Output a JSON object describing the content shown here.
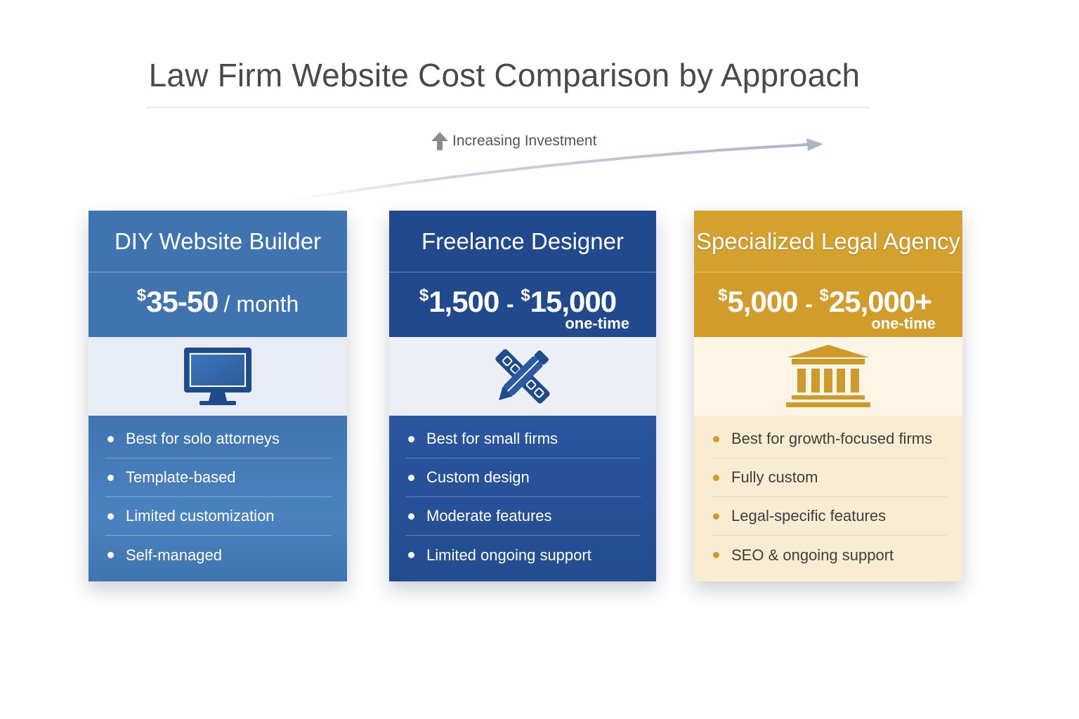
{
  "title": "Law Firm Website Cost Comparison by Approach",
  "trend": {
    "label": "Increasing Investment",
    "icon": "up-arrow-icon"
  },
  "colors": {
    "diy": "#3f74b0",
    "freelance": "#214a8e",
    "agency": "#d4a02e",
    "title_text": "#4a4a4a"
  },
  "cards": [
    {
      "title": "DIY Website Builder",
      "price_currency_1": "$",
      "price_value": "35-50",
      "price_unit": "/ month",
      "icon": "monitor-icon",
      "features": [
        "Best for solo attorneys",
        "Template-based",
        "Limited customization",
        "Self-managed"
      ]
    },
    {
      "title": "Freelance Designer",
      "price_currency_1": "$",
      "price_low": "1,500",
      "price_sep": "-",
      "price_currency_2": "$",
      "price_high": "15,000",
      "price_note": "one-time",
      "icon": "design-tools-icon",
      "features": [
        "Best for small firms",
        "Custom design",
        "Moderate features",
        "Limited ongoing support"
      ]
    },
    {
      "title": "Specialized Legal Agency",
      "price_currency_1": "$",
      "price_low": "5,000",
      "price_sep": "-",
      "price_currency_2": "$",
      "price_high": "25,000+",
      "price_note": "one-time",
      "icon": "courthouse-icon",
      "features": [
        "Best for growth-focused firms",
        "Fully custom",
        "Legal-specific features",
        "SEO & ongoing support"
      ]
    }
  ]
}
